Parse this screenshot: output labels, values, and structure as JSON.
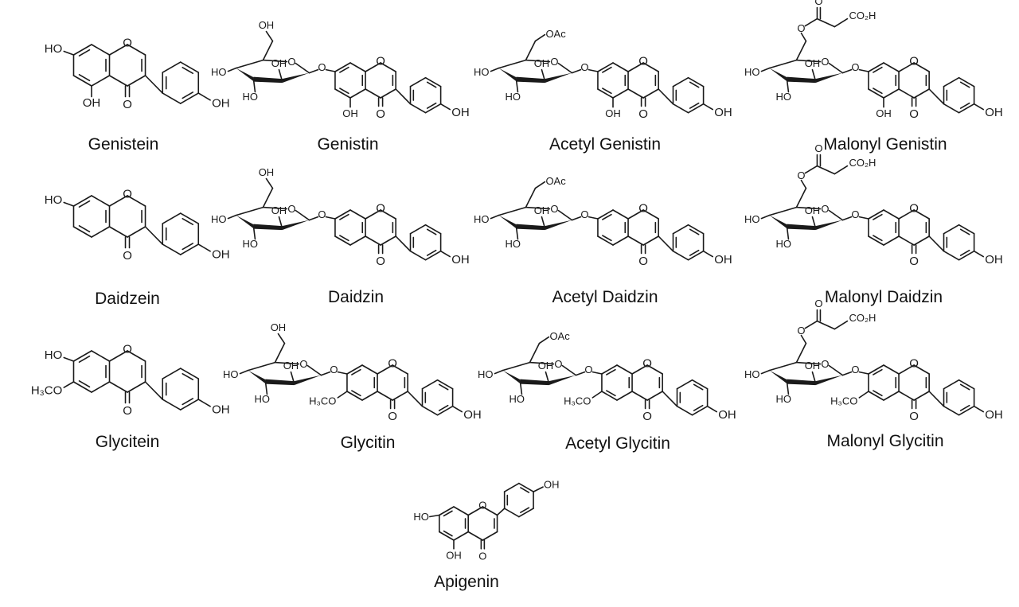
{
  "compounds": [
    {
      "name": "Genistein"
    },
    {
      "name": "Genistin"
    },
    {
      "name": "Acetyl Genistin"
    },
    {
      "name": "Malonyl Genistin"
    },
    {
      "name": "Daidzein"
    },
    {
      "name": "Daidzin"
    },
    {
      "name": "Acetyl Daidzin"
    },
    {
      "name": "Malonyl Daidzin"
    },
    {
      "name": "Glycitein"
    },
    {
      "name": "Glycitin"
    },
    {
      "name": "Acetyl Glycitin"
    },
    {
      "name": "Malonyl Glycitin"
    },
    {
      "name": "Apigenin"
    }
  ],
  "atom_labels": {
    "oh": "OH",
    "ho": "HO",
    "o": "O",
    "methoxy": "H₃CO",
    "oac": "OAc",
    "co2h": "CO₂H"
  }
}
